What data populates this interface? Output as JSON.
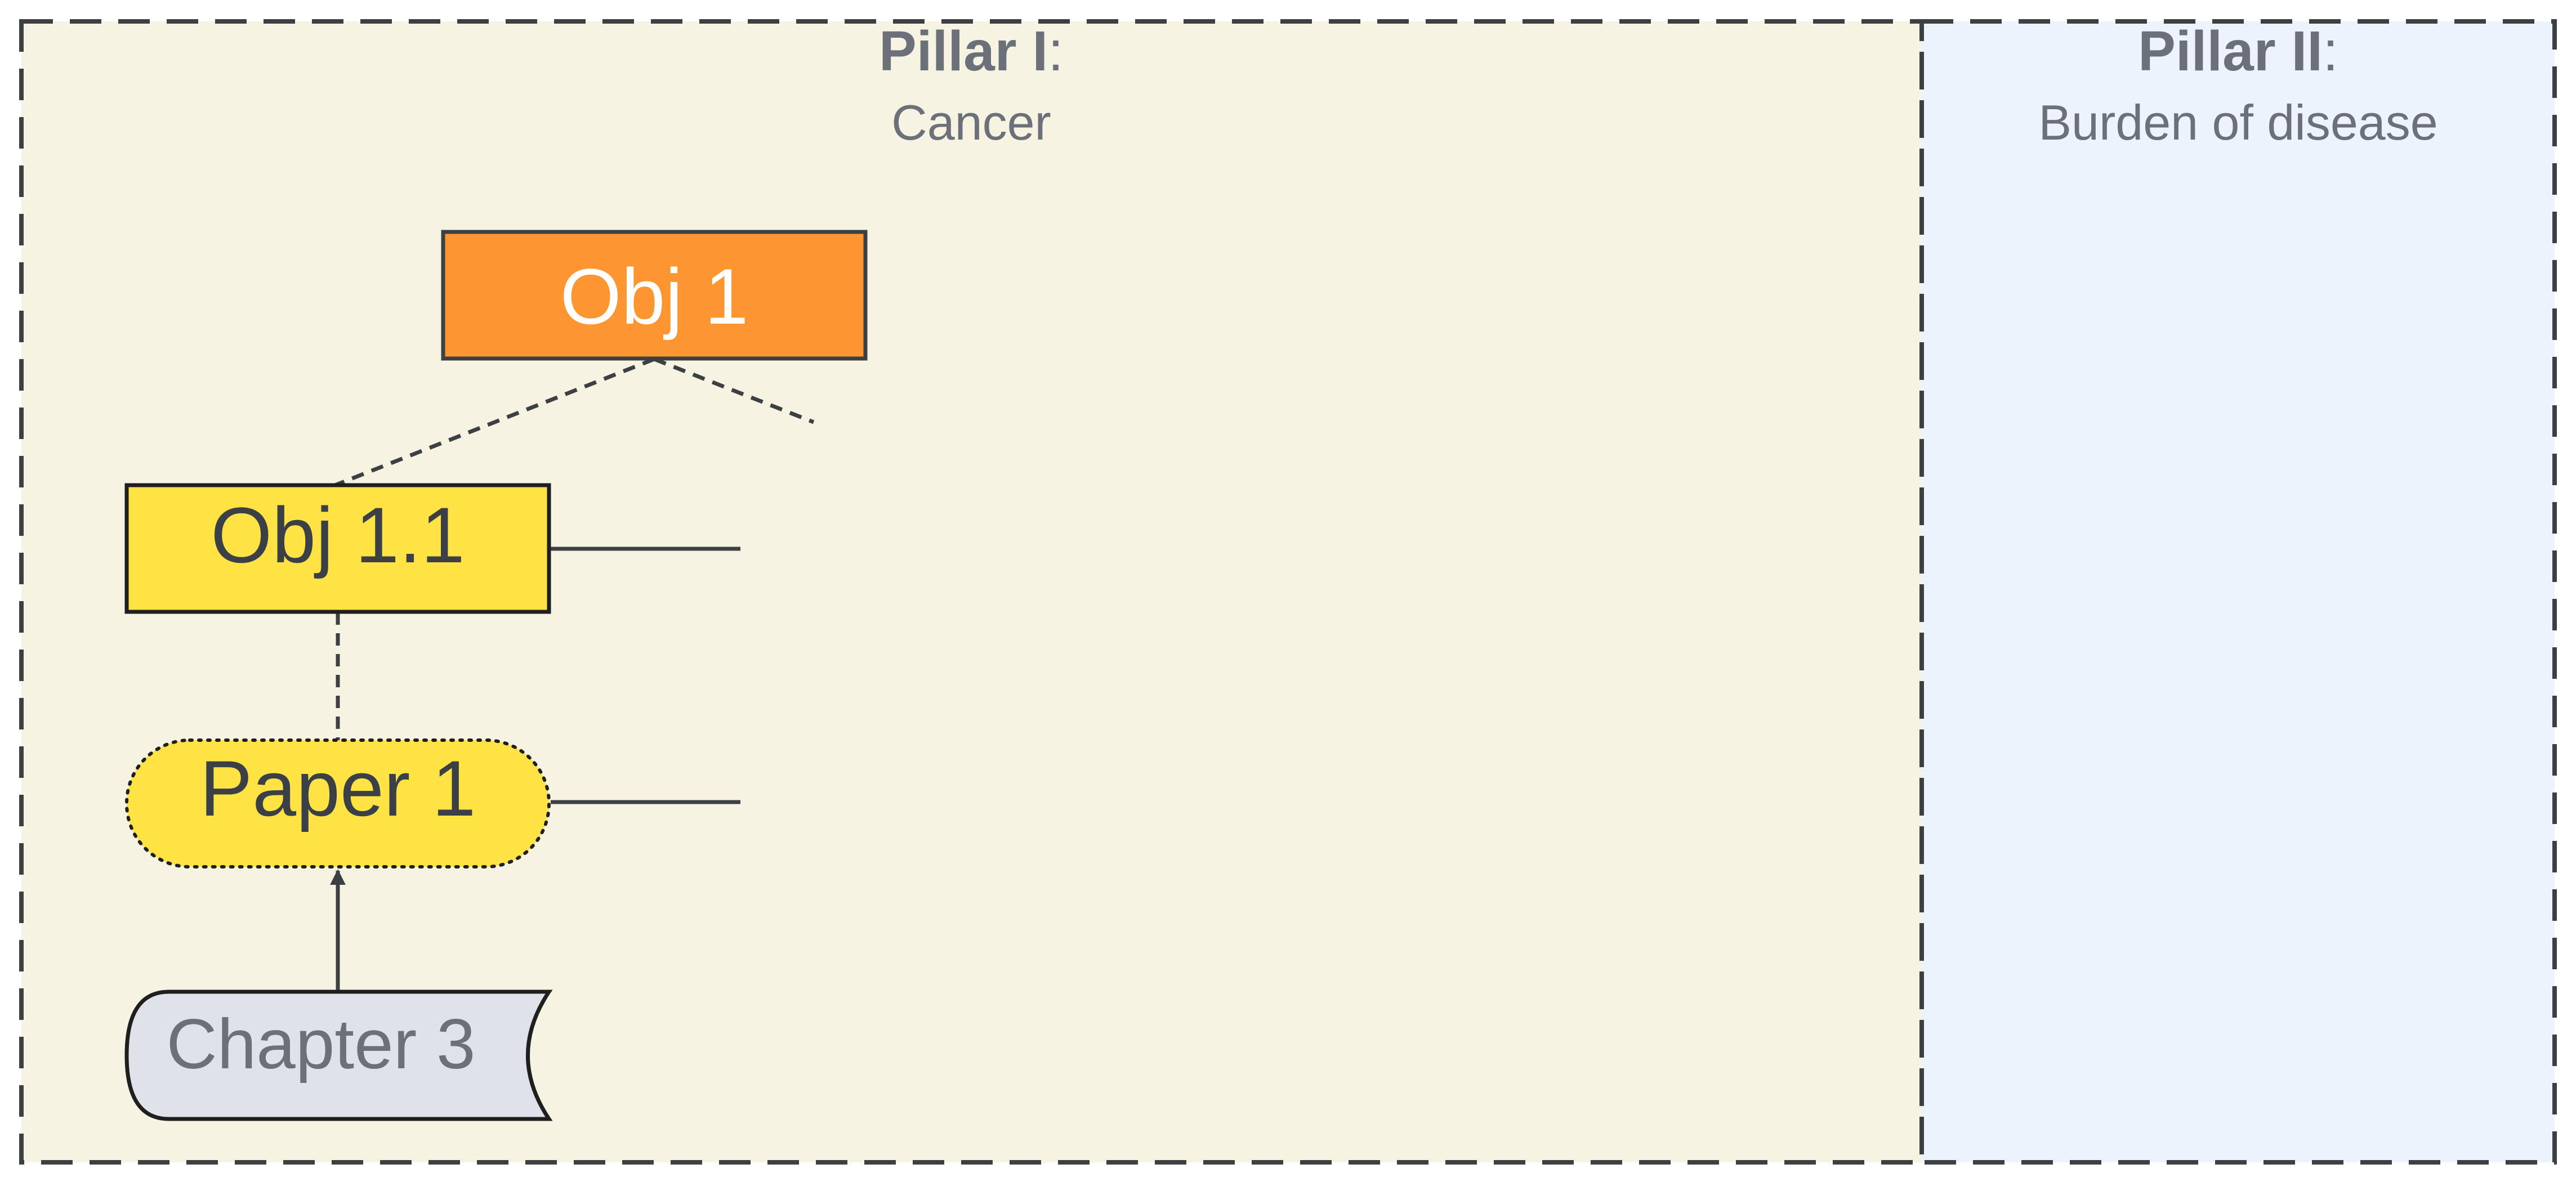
{
  "colors": {
    "pillar1_bg": "#f6f3e3",
    "pillar2_bg": "#ecf3fc",
    "border": "#3c4043",
    "pillar_text": "#6b7079",
    "node_text": "#3b3f46",
    "obj1_fill": "#fd9631",
    "obj1_text": "#ffffff",
    "yellow_fill": "#ffe344",
    "chapter_fill": "#dfe2e8",
    "chapter_text": "#6b7079"
  },
  "pillars": [
    {
      "title_bold": "Pillar I",
      "title_colon": ":",
      "subtitle": "Cancer"
    },
    {
      "title_bold": "Pillar II",
      "title_colon": ":",
      "subtitle": "Burden of disease"
    }
  ],
  "nodes": {
    "obj1": {
      "label": "Obj 1"
    },
    "obj1_1": {
      "label": "Obj 1.1"
    },
    "paper1": {
      "label": "Paper 1"
    },
    "chapter3": {
      "label": "Chapter 3"
    }
  }
}
